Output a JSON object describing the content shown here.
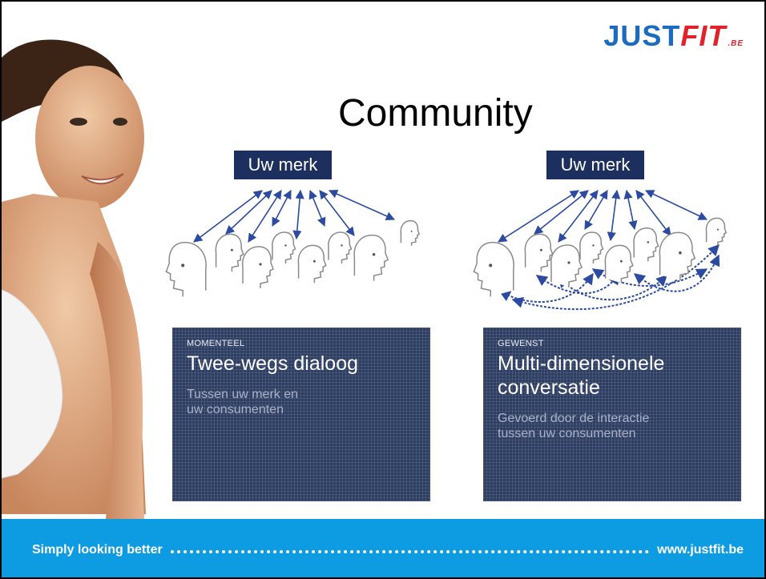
{
  "logo": {
    "just": "JUST",
    "fit": "FIT",
    "be": ".BE"
  },
  "title": "Community",
  "left": {
    "brand": "Uw merk",
    "tag": "MOMENTEEL",
    "heading": "Twee-wegs dialoog",
    "desc_line1": "Tussen uw merk en",
    "desc_line2": "uw consumenten"
  },
  "right": {
    "brand": "Uw merk",
    "tag": "GEWENST",
    "heading_line1": "Multi-dimensionele",
    "heading_line2": "conversatie",
    "desc_line1": "Gevoerd door de interactie",
    "desc_line2": "tussen uw consumenten"
  },
  "footer": {
    "slogan": "Simply looking better",
    "url": "www.justfit.be"
  },
  "colors": {
    "navy": "#1d2f5e",
    "footer": "#0d9be2",
    "arrow": "#2b4aa0",
    "logo_blue": "#1b6cc1",
    "logo_red": "#e3212a"
  }
}
